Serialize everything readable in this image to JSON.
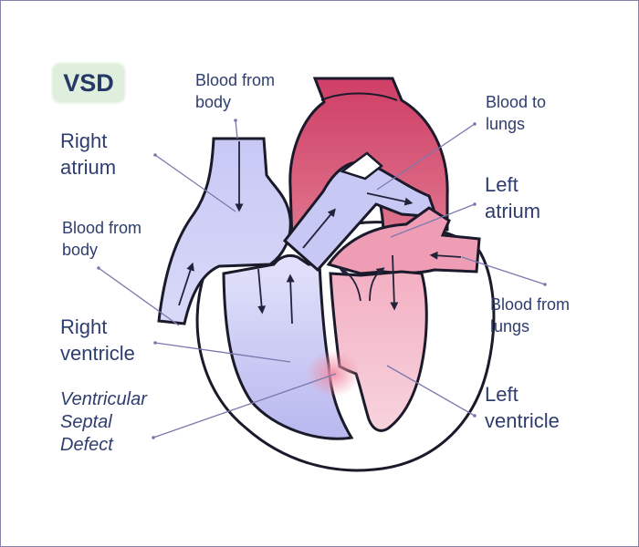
{
  "badge": "VSD",
  "labels": {
    "blood_from_body_top": [
      "Blood from",
      "body"
    ],
    "right_atrium": [
      "Right",
      "atrium"
    ],
    "blood_from_body_left": [
      "Blood from",
      "body"
    ],
    "right_ventricle": [
      "Right",
      "ventricle"
    ],
    "vsd_defect": [
      "Ventricular",
      "Septal",
      "Defect"
    ],
    "blood_to_lungs": [
      "Blood to",
      "lungs"
    ],
    "left_atrium": [
      "Left",
      "atrium"
    ],
    "blood_from_lungs": [
      "Blood from",
      "lungs"
    ],
    "left_ventricle": [
      "Left",
      "ventricle"
    ]
  },
  "colors": {
    "deoxygenated": "#d2d3f6",
    "oxygenated": "#f2b8c8",
    "aorta": "#d94d72",
    "label_text": "#2e3d6e",
    "leader_line": "#7a78ad"
  }
}
